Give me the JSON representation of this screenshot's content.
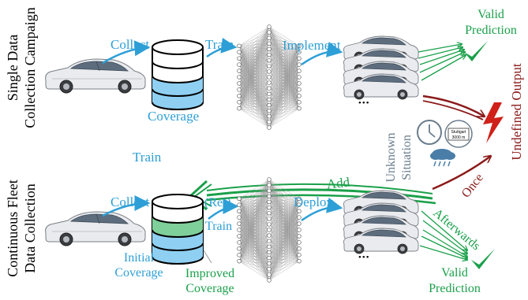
{
  "rows": {
    "top": {
      "line1": "Single Data",
      "line2": "Collection Campaign"
    },
    "bottom": {
      "line1": "Continuous Fleet",
      "line2": "Data Collection"
    }
  },
  "top_flow": {
    "collect": "Collect",
    "train": "Train",
    "implement": "Implement",
    "coverage": "Coverage",
    "ellipsis": "•••",
    "valid_line1": "Valid",
    "valid_line2": "Prediction"
  },
  "bottom_flow": {
    "collect": "Collect",
    "retrain_line1": "(Re-)",
    "retrain_line2": "Train",
    "deploy": "Deploy",
    "initial_line1": "Initial",
    "initial_line2": "Coverage",
    "improved_line1": "Improved",
    "improved_line2": "Coverage",
    "ellipsis": "•••",
    "valid_line1": "Valid",
    "valid_line2": "Prediction"
  },
  "middle": {
    "train": "Train",
    "add": "Add",
    "unknown_line1": "Unknown",
    "unknown_line2": "Situation",
    "sign_line1": "Stuttgart",
    "sign_line2": "3000 m",
    "undefined_output": "Undefined Output",
    "once": "Once",
    "afterwards": "Afterwards"
  },
  "colors": {
    "blue": "#2e9fd6",
    "green": "#1aa04a",
    "darkred": "#8b1a1a",
    "bright_red": "#d0201a",
    "db_blue": "#8fd0f2",
    "db_green": "#7fcf9a",
    "text_gray": "#6a7c8c"
  }
}
